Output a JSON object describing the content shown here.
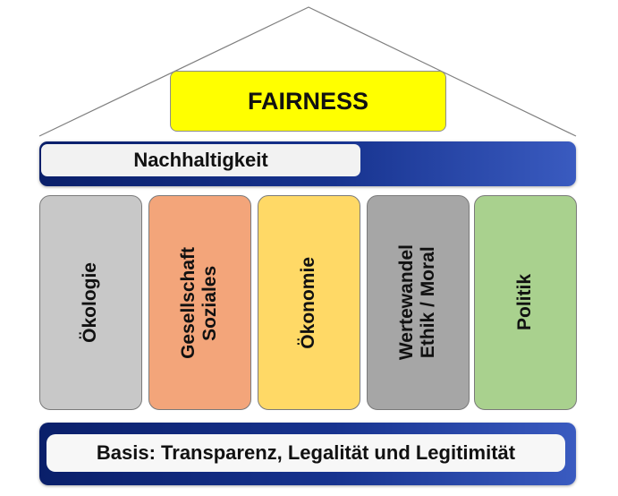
{
  "roof": {
    "title": "FAIRNESS",
    "color": "#ffff00"
  },
  "beam": {
    "label": "Nachhaltigkeit",
    "color": "#17338f"
  },
  "pillars": [
    {
      "label": "Ökologie",
      "color": "#c8c8c8"
    },
    {
      "label": "Gesellschaft\nSoziales",
      "color": "#f3a57a"
    },
    {
      "label": "Ökonomie",
      "color": "#ffd966"
    },
    {
      "label": "Wertewandel\nEthik / Moral",
      "color": "#a6a6a6"
    },
    {
      "label": "Politik",
      "color": "#a9d18e"
    }
  ],
  "foundation": {
    "label": "Basis: Transparenz, Legalität und Legitimität",
    "color": "#17338f"
  }
}
